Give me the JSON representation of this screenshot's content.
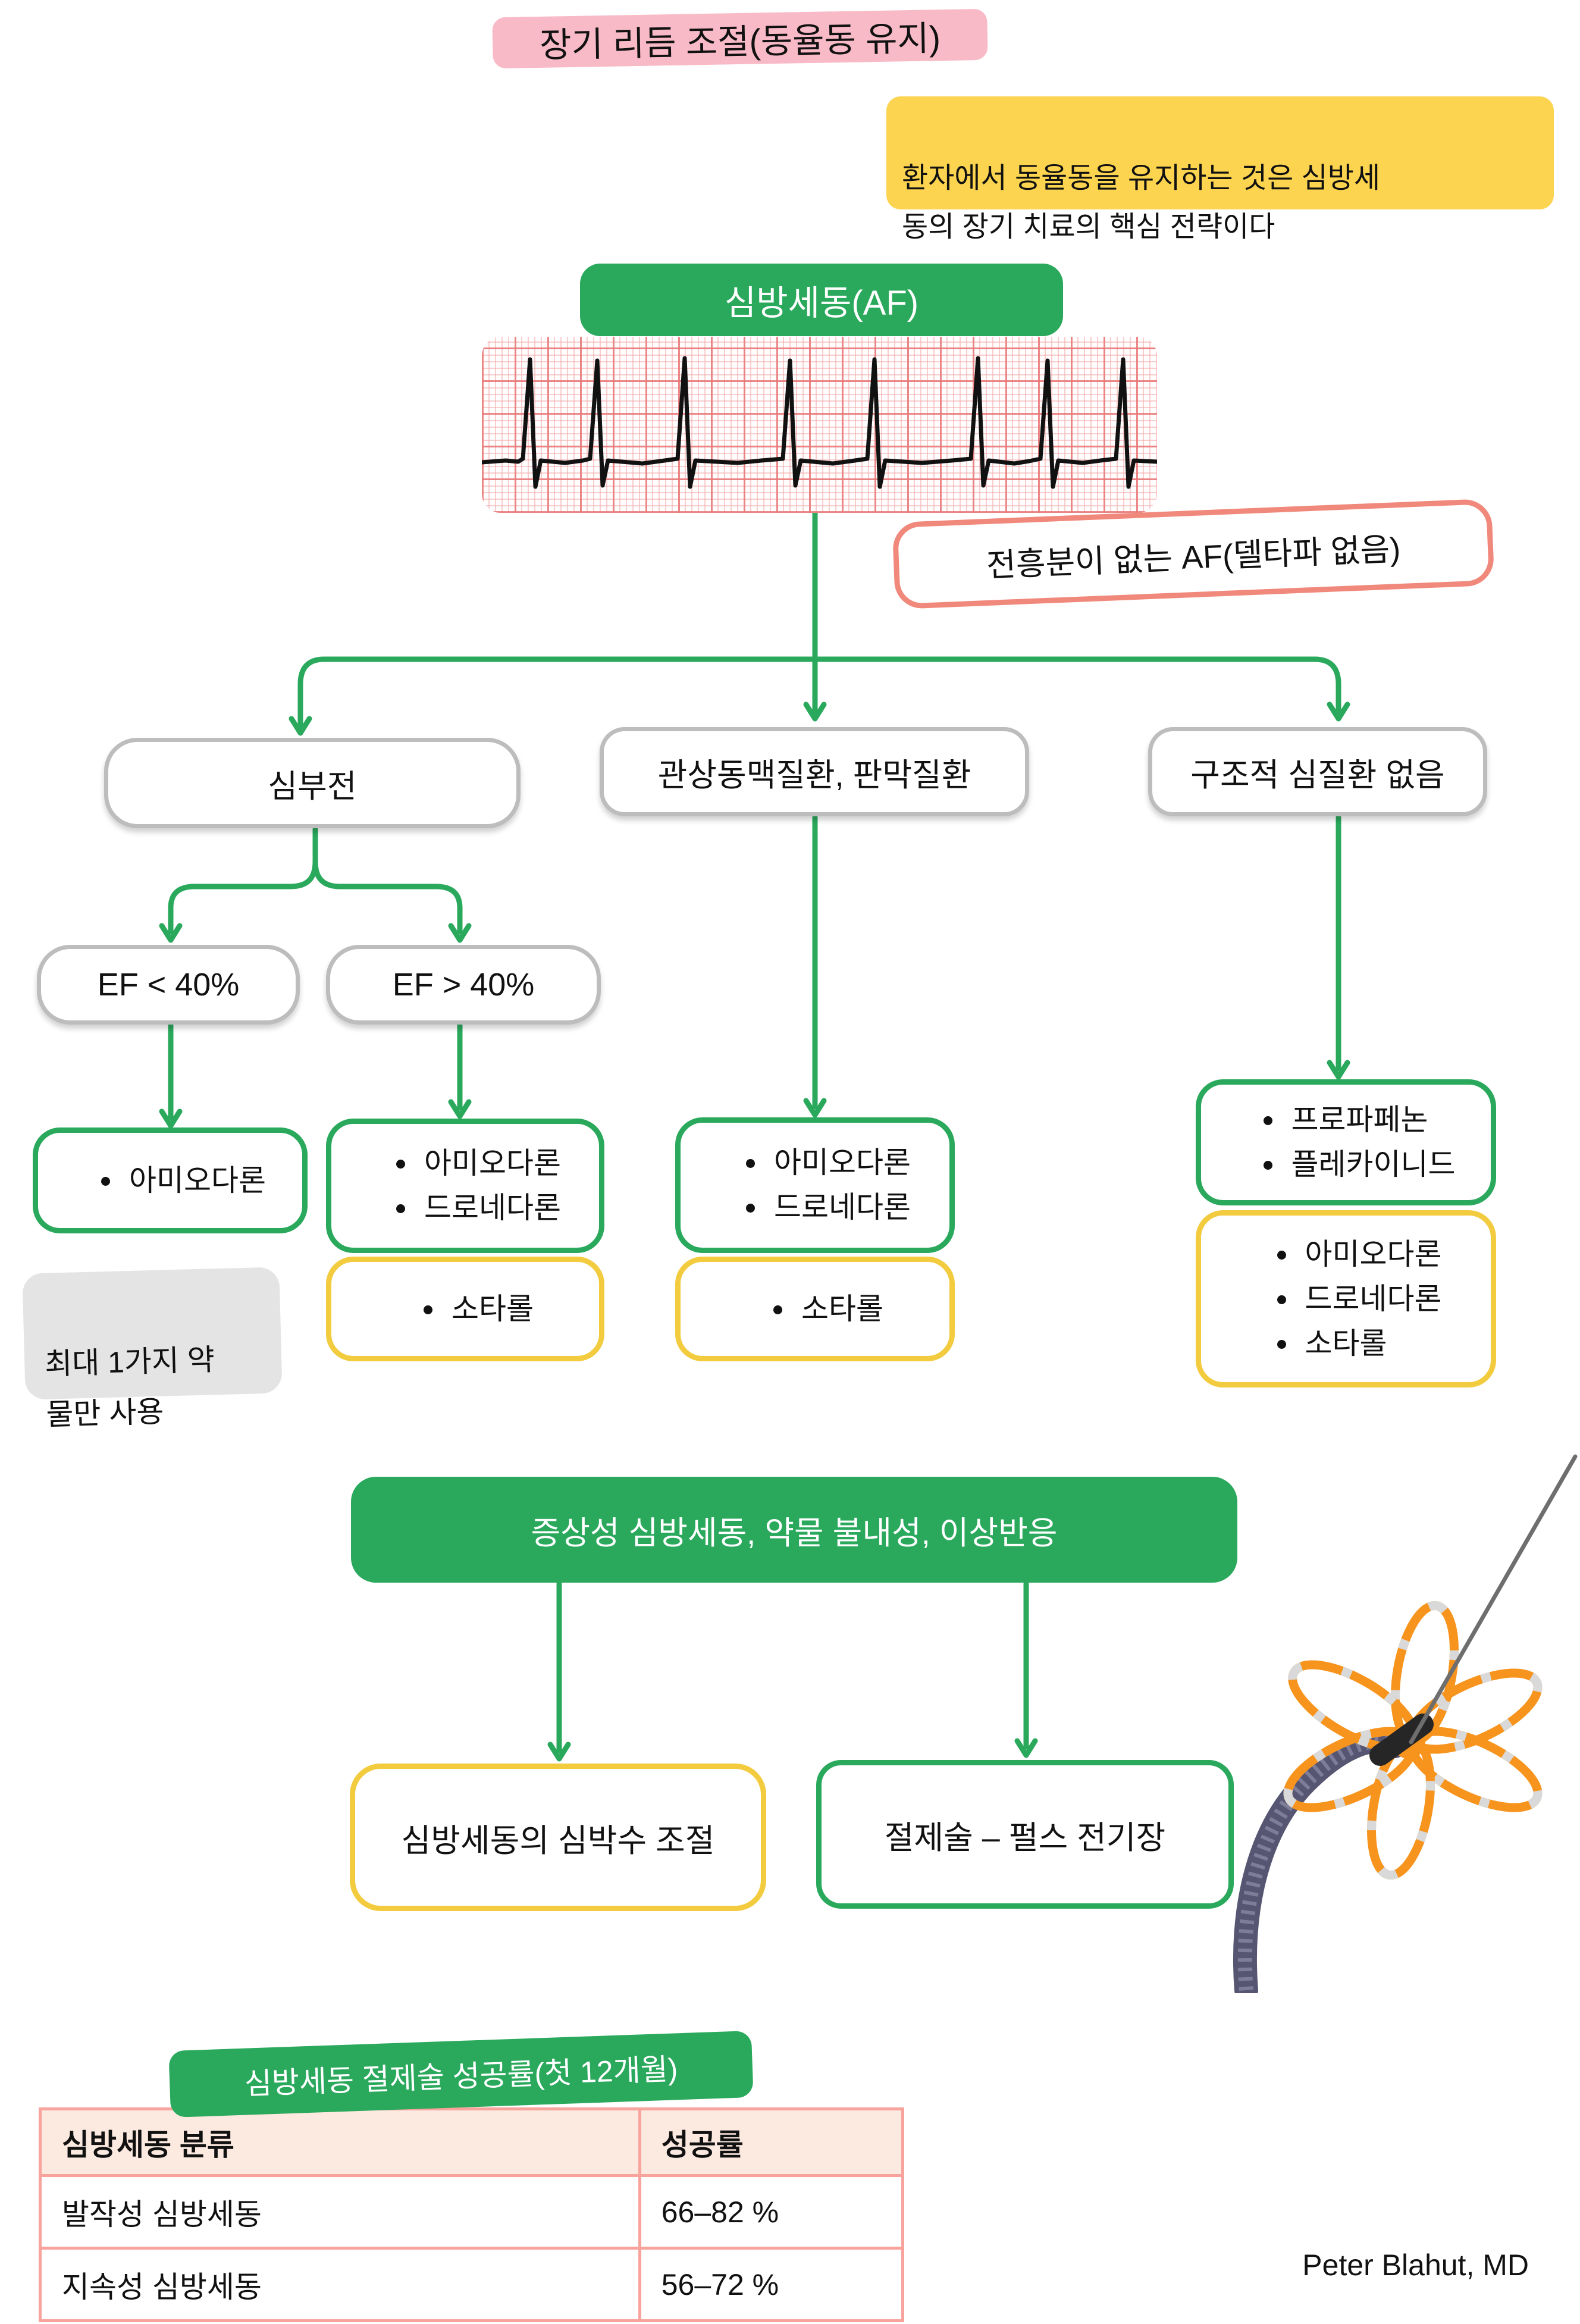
{
  "title": "장기 리듬 조절(동율동 유지)",
  "intro_note": "환자에서 동율동을 유지하는 것은 심방세\n동의 장기 치료의 핵심 전략이다",
  "af_box_label": "심방세동(AF)",
  "ecg_caption": "전흥분이 없는 AF(델타파 없음)",
  "branches": [
    "심부전",
    "관상동맥질환, 판막질환",
    "구조적 심질환 없음"
  ],
  "ef_boxes": [
    "EF < 40%",
    "EF > 40%"
  ],
  "drugs": {
    "ef_low_green": [
      "아미오다론"
    ],
    "ef_high_green": [
      "아미오다론",
      "드로네다론"
    ],
    "ef_high_yellow": [
      "소타롤"
    ],
    "cad_green": [
      "아미오다론",
      "드로네다론"
    ],
    "cad_yellow": [
      "소타롤"
    ],
    "no_shd_green": [
      "프로파페논",
      "플레카이니드"
    ],
    "no_shd_yellow": [
      "아미오다론",
      "드로네다론",
      "소타롤"
    ]
  },
  "max_one_drug_note": "최대 1가지 약\n물만 사용",
  "symptomatic_banner": "증상성 심방세동, 약물 불내성, 이상반응",
  "rate_control_box": "심방세동의 심박수 조절",
  "ablation_box": "절제술 – 펄스 전기장",
  "success_section": {
    "header": "심방세동 절제술 성공률(첫 12개월)",
    "table": {
      "columns": [
        "심방세동 분류",
        "성공률"
      ],
      "rows": [
        [
          "발작성 심방세동",
          "66–82 %"
        ],
        [
          "지속성 심방세동",
          "56–72 %"
        ]
      ]
    }
  },
  "signature": "Peter Blahut, MD",
  "colors": {
    "green": "#2aa95d",
    "pink_title_bg": "#f8bac6",
    "yellow_note_bg": "#fcd44f",
    "salmon_border": "#f0897b",
    "yellow_border": "#f2cb3f",
    "gray_border": "#bdbdbd",
    "table_border": "#f9a39d",
    "table_header_bg": "#fce9df",
    "note_gray_bg": "#e4e4e4",
    "catheter_orange": "#f7941d"
  }
}
